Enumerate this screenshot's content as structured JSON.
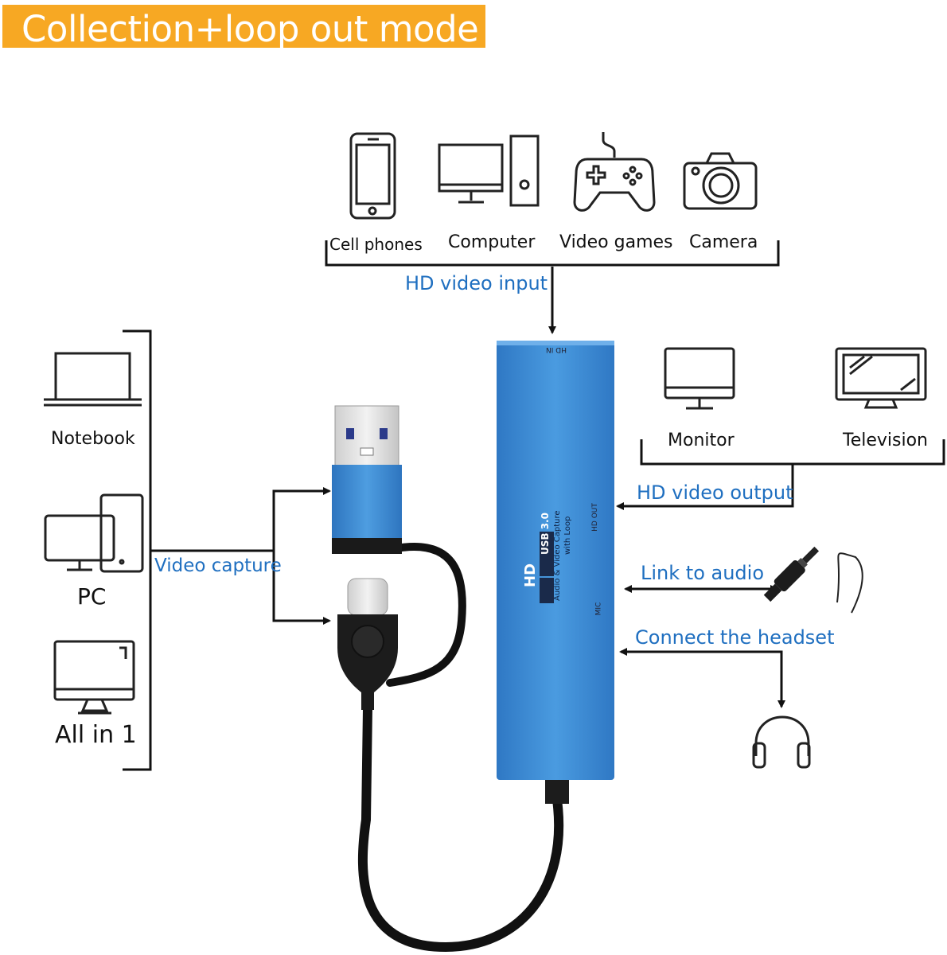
{
  "banner": {
    "title": "Collection+loop out mode",
    "color": "#f7a823"
  },
  "inputs": {
    "devices": [
      "Cell phones",
      "Computer",
      "Video games",
      "Camera"
    ],
    "label": "HD video input"
  },
  "capture": {
    "devices": [
      "Notebook",
      "PC",
      "All in 1"
    ],
    "label": "Video capture"
  },
  "outputs": {
    "devices": [
      "Monitor",
      "Television"
    ],
    "label": "HD video output",
    "audio_label": "Link to audio",
    "headset_label": "Connect the headset"
  },
  "device": {
    "brand": "HD",
    "usb_badge": "USB 3.0",
    "line1": "Audio & Video Capture",
    "line2": "with Loop",
    "port_in": "HD IN",
    "port_out": "HD OUT",
    "port_mic": "MIC",
    "color": "#3f8fd6"
  },
  "colors": {
    "accent_text": "#1f6fc0"
  }
}
